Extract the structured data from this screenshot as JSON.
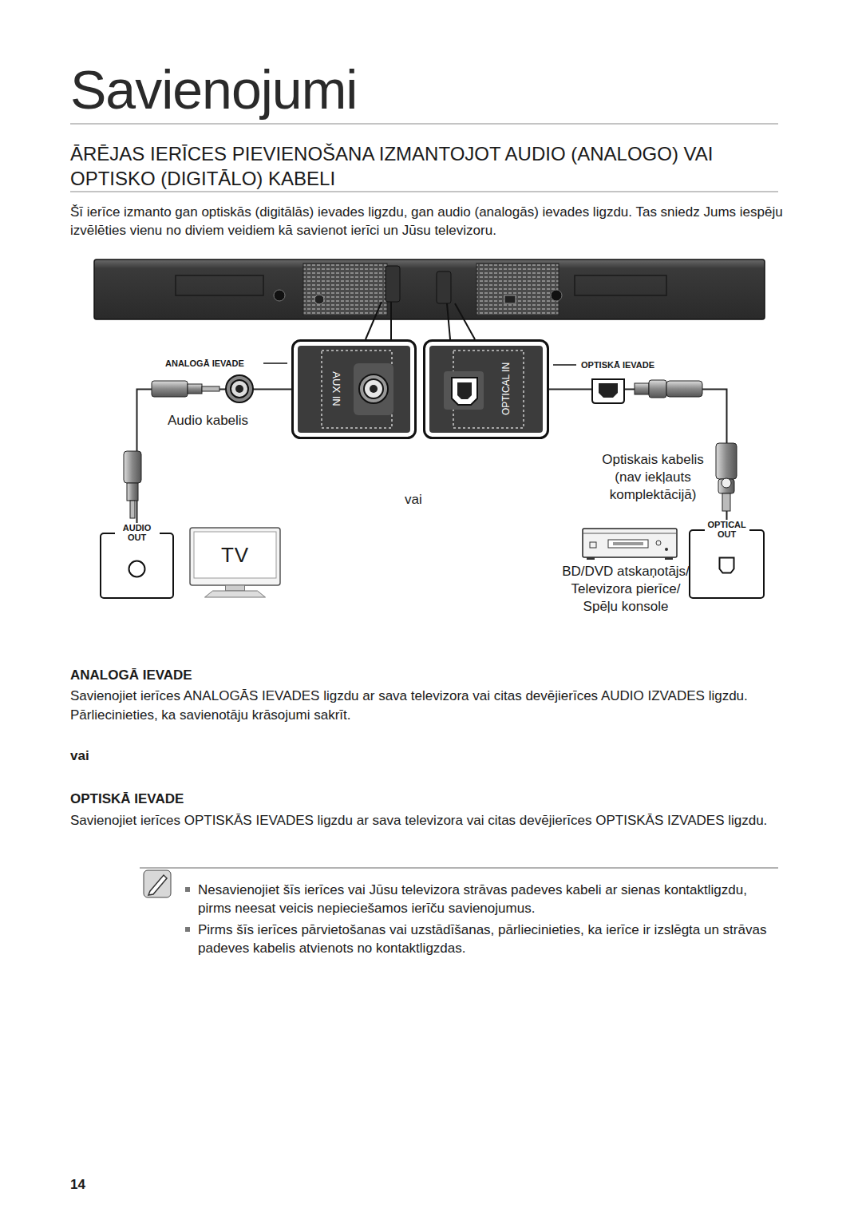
{
  "diagram": {
    "title": "Savienojumi",
    "nodes": [
      {
        "text": [
          "AUX IN"
        ]
      },
      {
        "text": [
          "OPTICAL IN"
        ]
      },
      {
        "text": [
          "AUDIO OUT"
        ]
      },
      {
        "text": [
          "TV"
        ]
      },
      {
        "text": [
          "OPTICAL OUT"
        ]
      }
    ],
    "edges": [
      {
        "from": 2,
        "to": 0,
        "arrow": "none"
      },
      {
        "from": 4,
        "to": 1,
        "arrow": "none"
      }
    ],
    "labels": [
      "ĀRĒJAS IERĪCES PIEVIENOŠANA IZMANTOJOT AUDIO (ANALOGO) VAI OPTISKO (DIGITĀLO) KABELI",
      "Šī ierīce izmanto gan optiskās (digitālās) ievades ligzdu, gan audio (analogās) ievades ligzdu. Tas sniedz Jums iespēju izvēlēties vienu no diviem veidiem kā savienot ierīci un Jūsu televizoru.",
      "ANALOGĀ IEVADE",
      "Audio kabelis",
      "OPTISKĀ IEVADE",
      "Optiskais kabelis (nav iekļauts komplektācijā)",
      "vai",
      "BD/DVD atskaņotājs/ Televizora pierīce/ Spēļu konsole",
      "ANALOGĀ IEVADE",
      "Savienojiet ierīces ANALOGĀS IEVADES ligzdu ar sava televizora vai citas devējierīces AUDIO IZVADES ligzdu. Pārliecinieties, ka savienotāju krāsojumi sakrīt.",
      "vai",
      "OPTISKĀ IEVADE",
      "Savienojiet ierīces OPTISKĀS IEVADES ligzdu ar sava televizora vai citas devējierīces OPTISKĀS IZVADES ligzdu.",
      "Nesavienojiet šīs ierīces vai Jūsu televizora strāvas padeves kabeli ar sienas kontaktligzdu, pirms neesat veicis nepieciešamos ierīču savienojumus.",
      "Pirms šīs ierīces pārvietošanas vai uzstādīšanas, pārliecinieties, ka ierīce ir izslēgta un strāvas padeves kabelis atvienots no kontaktligzdas.",
      "14"
    ]
  }
}
